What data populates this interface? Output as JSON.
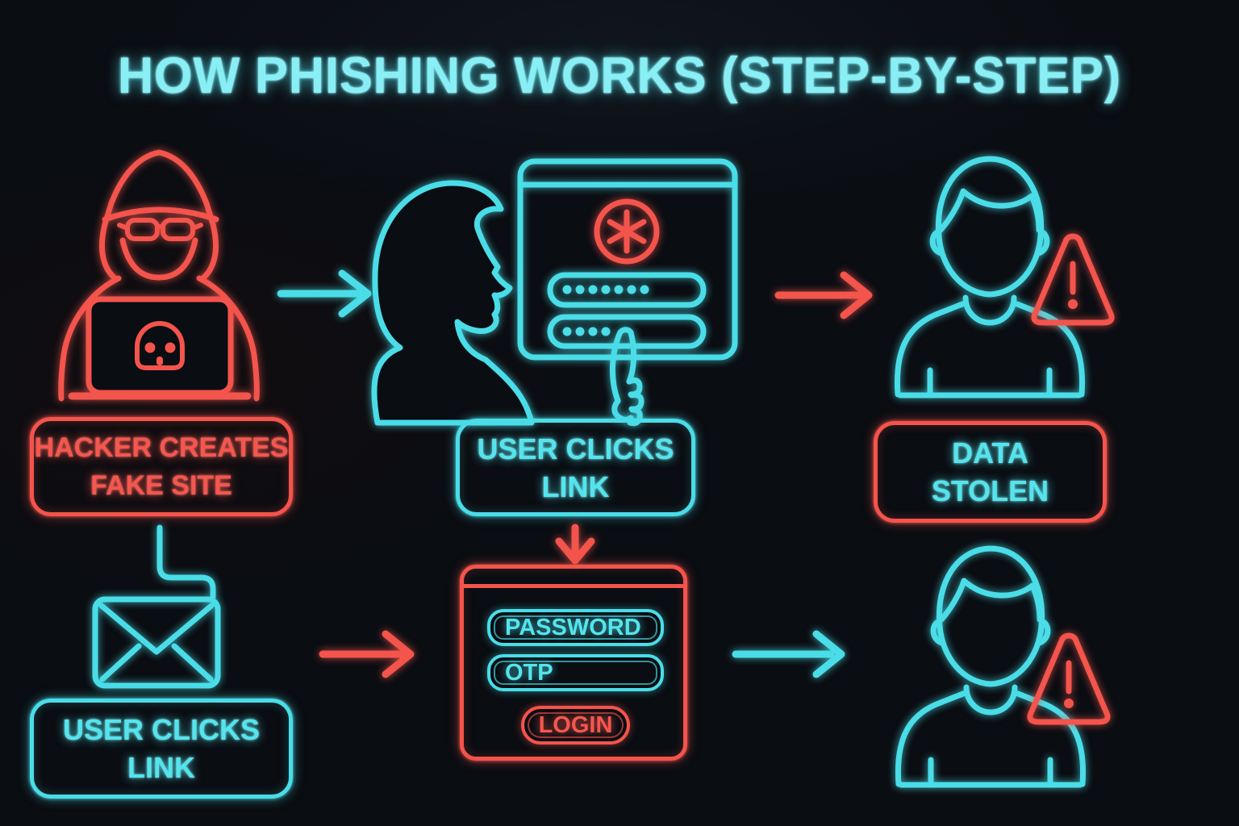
{
  "title": "HOW PHISHING WORKS (STEP-BY-STEP)",
  "colors": {
    "background": "#0a0d12",
    "cyan_neon": "#4adde8",
    "red_neon": "#f3544c",
    "title_text": "#8aeef5"
  },
  "labels": {
    "hacker": {
      "line1": "HACKER CREATES",
      "line2": "FAKE SITE"
    },
    "user_clicks_top": {
      "line1": "USER CLICKS",
      "line2": "LINK"
    },
    "data_stolen": {
      "line1": "DATA",
      "line2": "STOLEN"
    },
    "user_clicks_bottom": {
      "line1": "USER CLICKS",
      "line2": "LINK"
    }
  },
  "form": {
    "password": "PASSWORD",
    "otp": "OTP",
    "login": "LOGIN"
  },
  "password_dots": {
    "row1": 7,
    "row2": 4
  },
  "icons": {
    "hacker": "hacker-with-laptop-skull-icon",
    "skull": "skull-icon",
    "browser_window": "fake-site-window-icon",
    "asterisk_badge": "asterisk-badge-icon",
    "user_profile": "user-side-profile-icon",
    "pointing_hand": "pointing-hand-icon",
    "email": "email-envelope-icon",
    "victim_avatar": "victim-avatar-icon",
    "warning": "warning-triangle-icon",
    "arrows": [
      "arrow-right-cyan",
      "arrow-right-red",
      "arrow-down-red"
    ]
  }
}
